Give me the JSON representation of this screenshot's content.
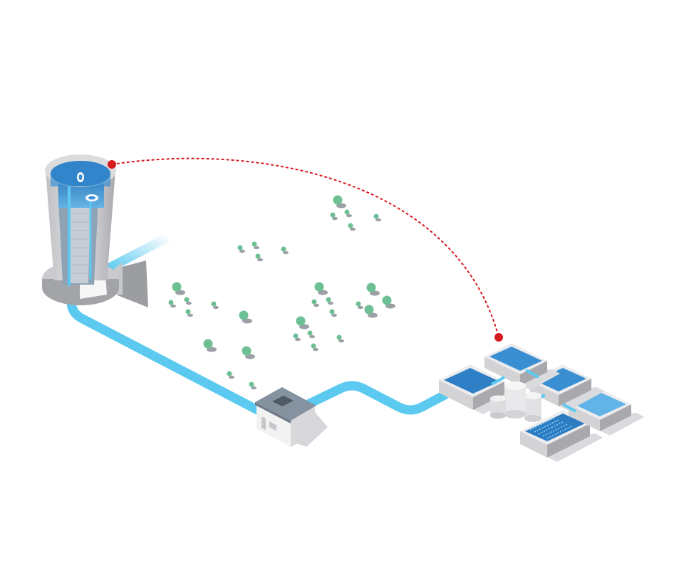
{
  "diagram": {
    "nodes": [
      {
        "id": "tower",
        "name": "water-intake-tower",
        "icon": "intake-tower-icon"
      },
      {
        "id": "pump",
        "name": "pump-station-building",
        "icon": "pump-house-icon"
      },
      {
        "id": "plant",
        "name": "treatment-plant",
        "icon": "treatment-basins-icon"
      }
    ],
    "edges": [
      {
        "from": "tower",
        "to": "pump",
        "kind": "water-pipe"
      },
      {
        "from": "pump",
        "to": "plant",
        "kind": "water-pipe"
      },
      {
        "from": "tower",
        "to": "plant",
        "kind": "telemetry-link"
      }
    ]
  },
  "colors": {
    "background": "#ffffff",
    "pipe": "#5ccaf0",
    "link": "#d71920",
    "concrete": "#d3d3d5",
    "concrete_dark": "#a9a9ad",
    "water_dark": "#1e6fb5",
    "water_mid": "#3a8fd3",
    "water_light": "#62b3e8",
    "roof": "#7e8b99",
    "tree": "#6cc093",
    "shadow": "#9aa0a6"
  }
}
